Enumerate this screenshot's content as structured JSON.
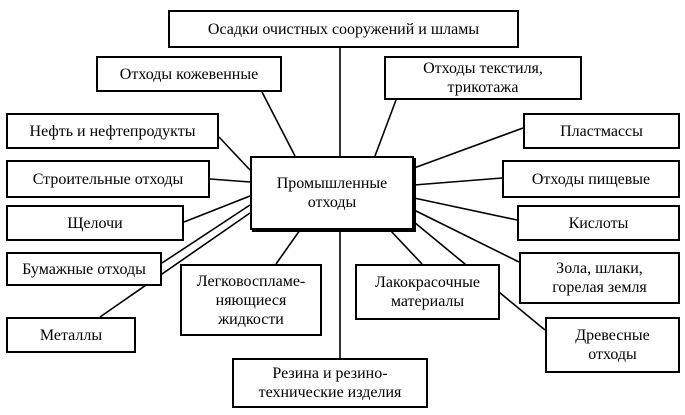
{
  "diagram": {
    "center": "Промышленные\nотходы",
    "top": "Осадки очистных сооружений и шламы",
    "left": [
      "Отходы кожевенные",
      "Нефть и нефтепродукты",
      "Строительные отходы",
      "Щелочи",
      "Бумажные отходы",
      "Металлы"
    ],
    "right": [
      "Отходы текстиля,\nтрикотажа",
      "Пластмассы",
      "Отходы пищевые",
      "Кислоты",
      "Зола, шлаки,\nгорелая земля",
      "Древесные\nотходы"
    ],
    "bottom": [
      "Легковоспламе-\nняющиеся\nжидкости",
      "Лакокрасочные\nматериалы",
      "Резина и резино-\nтехнические изделия"
    ]
  }
}
